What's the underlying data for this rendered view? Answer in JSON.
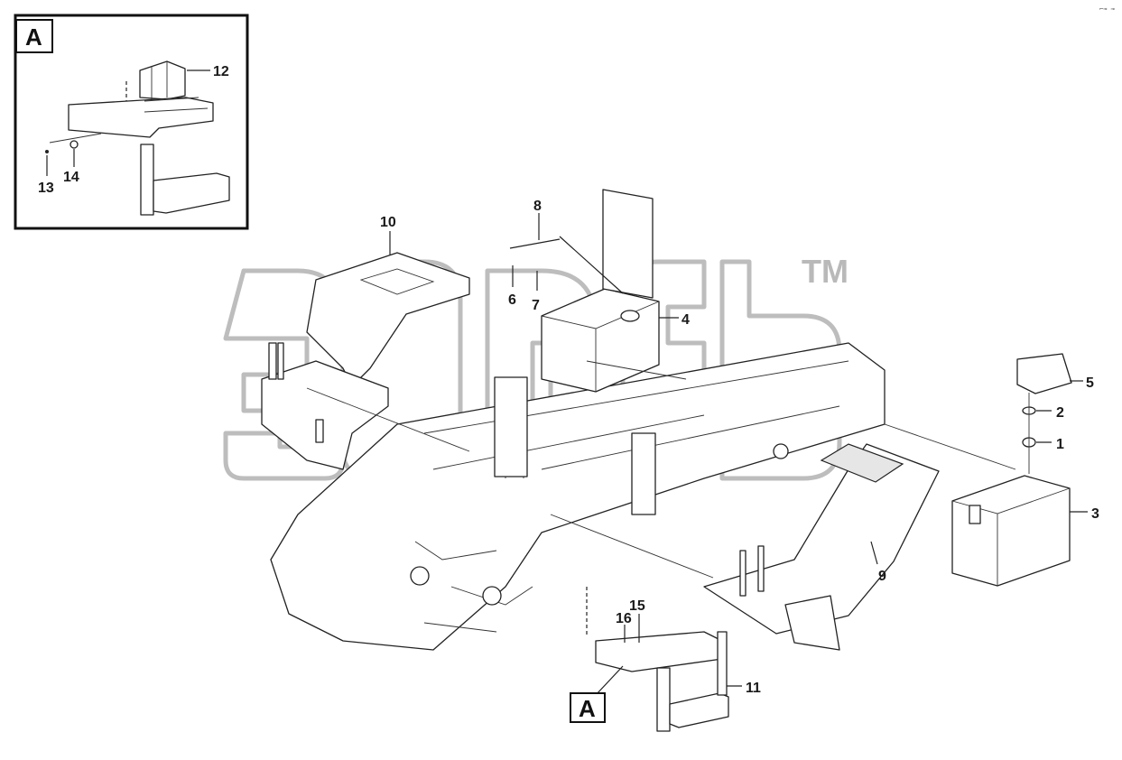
{
  "diagram": {
    "callouts": [
      "1",
      "2",
      "3",
      "4",
      "5",
      "6",
      "7",
      "8",
      "9",
      "10",
      "11",
      "12",
      "13",
      "14",
      "15",
      "16"
    ],
    "detail_tag": "A",
    "watermark_mark": "TM",
    "corner_mark": "⌐⊸ ⊸"
  }
}
